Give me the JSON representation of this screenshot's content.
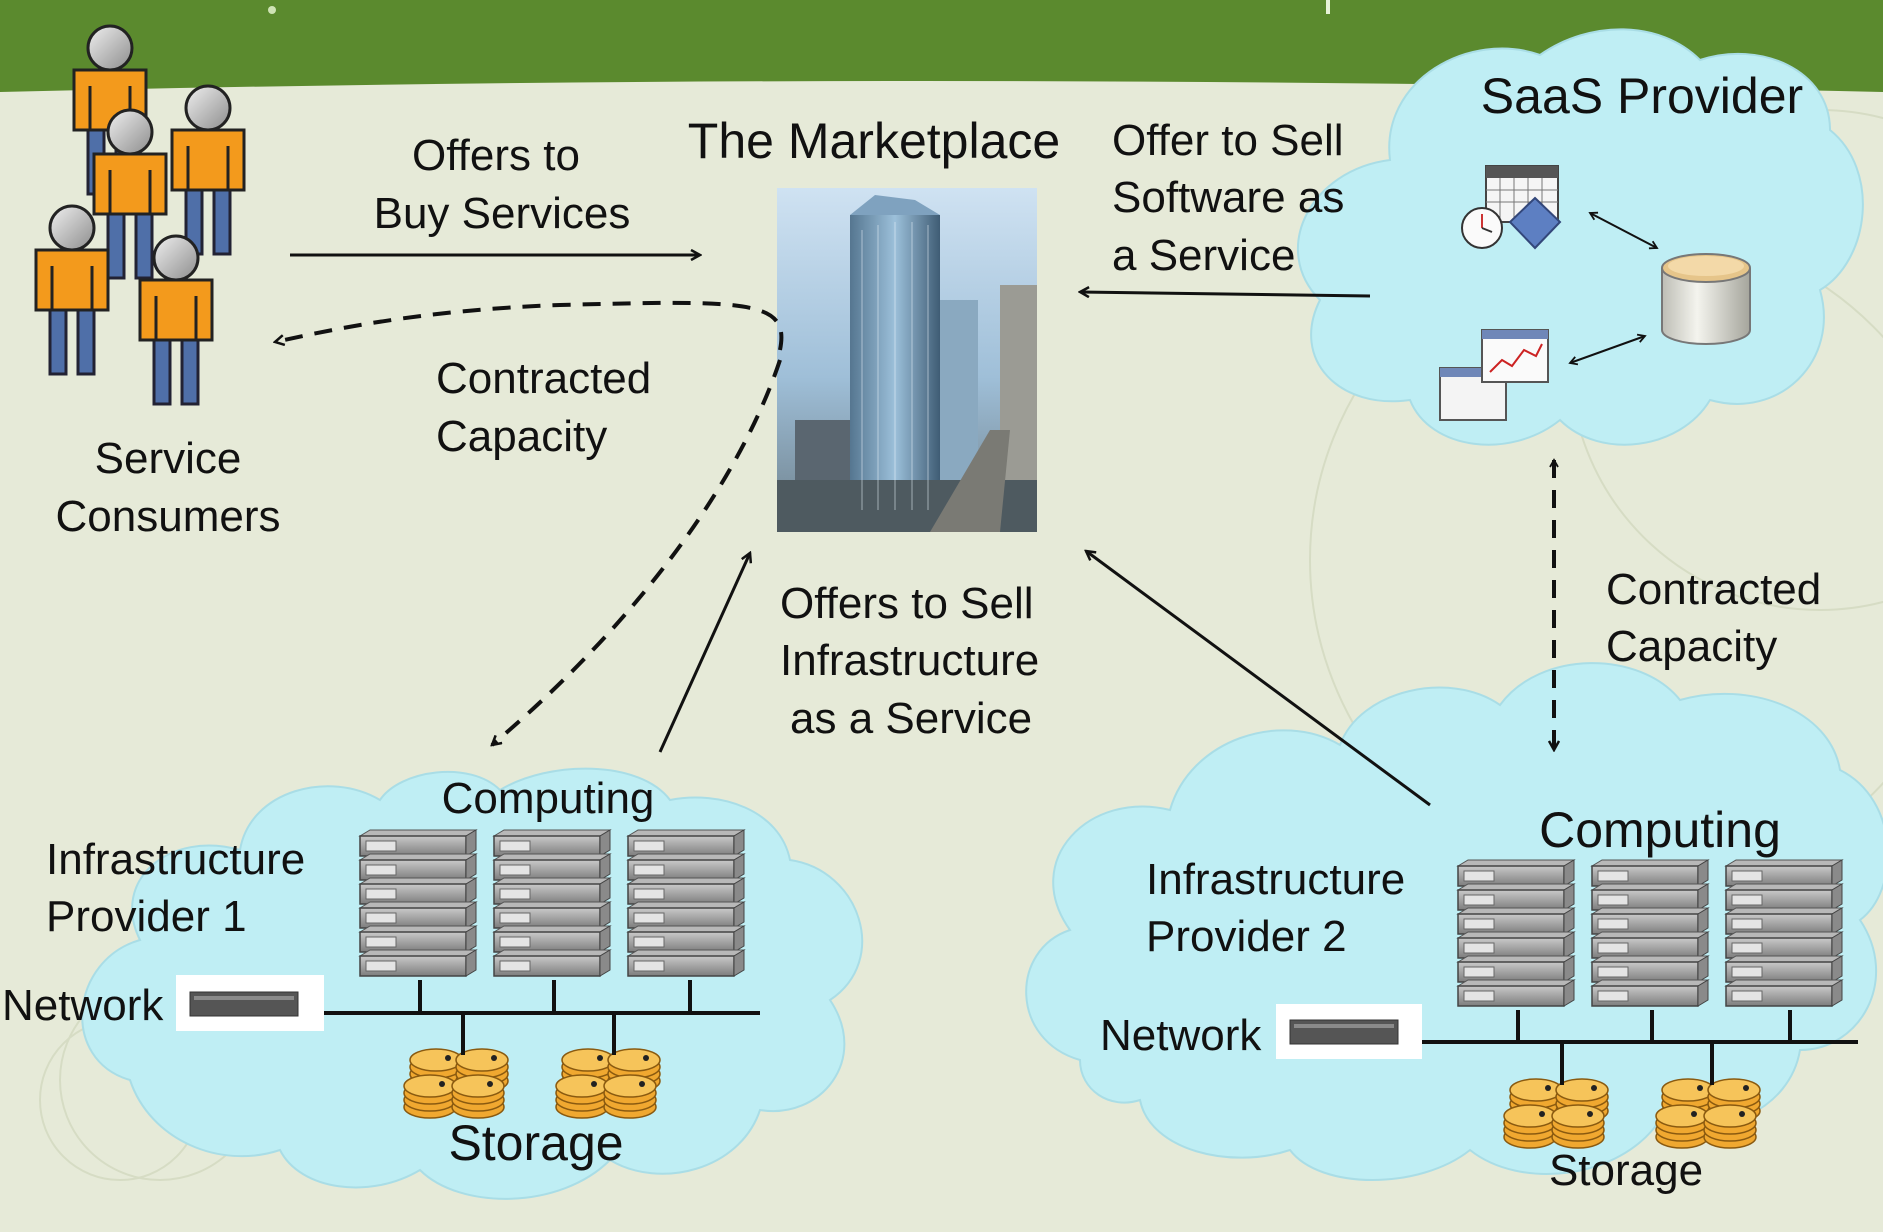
{
  "marketplace": {
    "title": "The Marketplace"
  },
  "consumers": {
    "label_line1": "Service",
    "label_line2": "Consumers"
  },
  "edges": {
    "offers_to_buy": {
      "line1": "Offers to",
      "line2": "Buy Services"
    },
    "contracted_capacity_consumers": {
      "line1": "Contracted",
      "line2": "Capacity"
    },
    "offer_to_sell_saas": {
      "line1": "Offer to Sell",
      "line2": "Software as",
      "line3": "a Service"
    },
    "offers_to_sell_iaas": {
      "line1": "Offers to Sell",
      "line2": "Infrastructure",
      "line3": "as a Service"
    },
    "contracted_capacity_saas": {
      "line1": "Contracted",
      "line2": "Capacity"
    }
  },
  "saas_provider": {
    "title": "SaaS Provider"
  },
  "infra1": {
    "title_line1": "Infrastructure",
    "title_line2": "Provider 1",
    "computing": "Computing",
    "network": "Network",
    "storage": "Storage"
  },
  "infra2": {
    "title_line1": "Infrastructure",
    "title_line2": "Provider 2",
    "computing": "Computing",
    "network": "Network",
    "storage": "Storage"
  },
  "colors": {
    "header_green": "#5b8a2e",
    "cloud_fill": "#bfeef4",
    "person_body": "#f39a1c",
    "person_legs": "#4f6fa8",
    "disk": "#f0a830"
  }
}
